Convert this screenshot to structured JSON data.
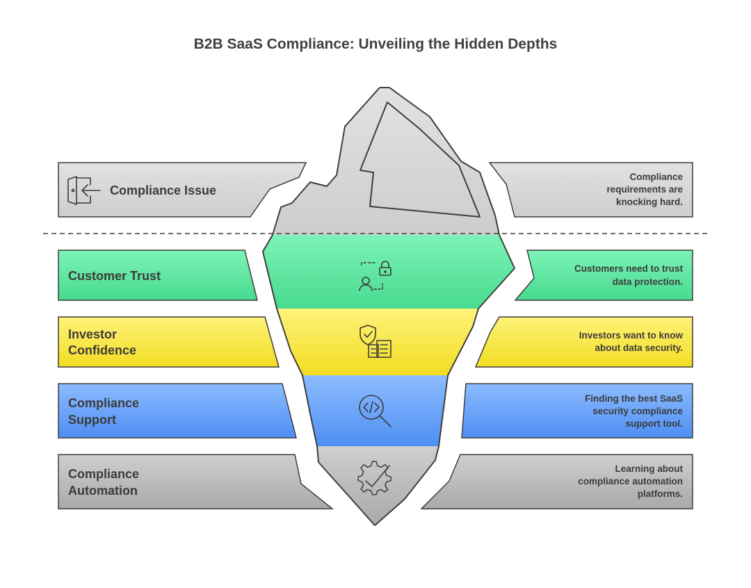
{
  "title": "B2B SaaS Compliance: Unveiling the Hidden Depths",
  "colors": {
    "gray": "#d6d6d6",
    "green": "#5fe3a1",
    "yellow": "#f5e43a",
    "blue": "#5f9ef5",
    "gray_dark": "#b5b5b5",
    "outline": "#3d3d3d"
  },
  "layers": [
    {
      "id": "issue",
      "label_lines": [
        "Compliance Issue"
      ],
      "description_lines": [
        "Compliance",
        "requirements are",
        "knocking hard."
      ],
      "icon": "exit-door-icon",
      "color": "#d6d6d6"
    },
    {
      "id": "trust",
      "label_lines": [
        "Customer Trust"
      ],
      "description_lines": [
        "Customers need to trust",
        "data protection."
      ],
      "icon": "user-lock-icon",
      "color": "#5fe3a1"
    },
    {
      "id": "investor",
      "label_lines": [
        "Investor",
        "Confidence"
      ],
      "description_lines": [
        "Investors want to know",
        "about data security."
      ],
      "icon": "shield-building-icon",
      "color": "#f5e43a"
    },
    {
      "id": "support",
      "label_lines": [
        "Compliance",
        "Support"
      ],
      "description_lines": [
        "Finding the best SaaS",
        "security compliance",
        "support tool."
      ],
      "icon": "code-search-icon",
      "color": "#5f9ef5"
    },
    {
      "id": "automation",
      "label_lines": [
        "Compliance",
        "Automation"
      ],
      "description_lines": [
        "Learning about",
        "compliance automation",
        "platforms."
      ],
      "icon": "gear-check-icon",
      "color": "#b5b5b5"
    }
  ]
}
